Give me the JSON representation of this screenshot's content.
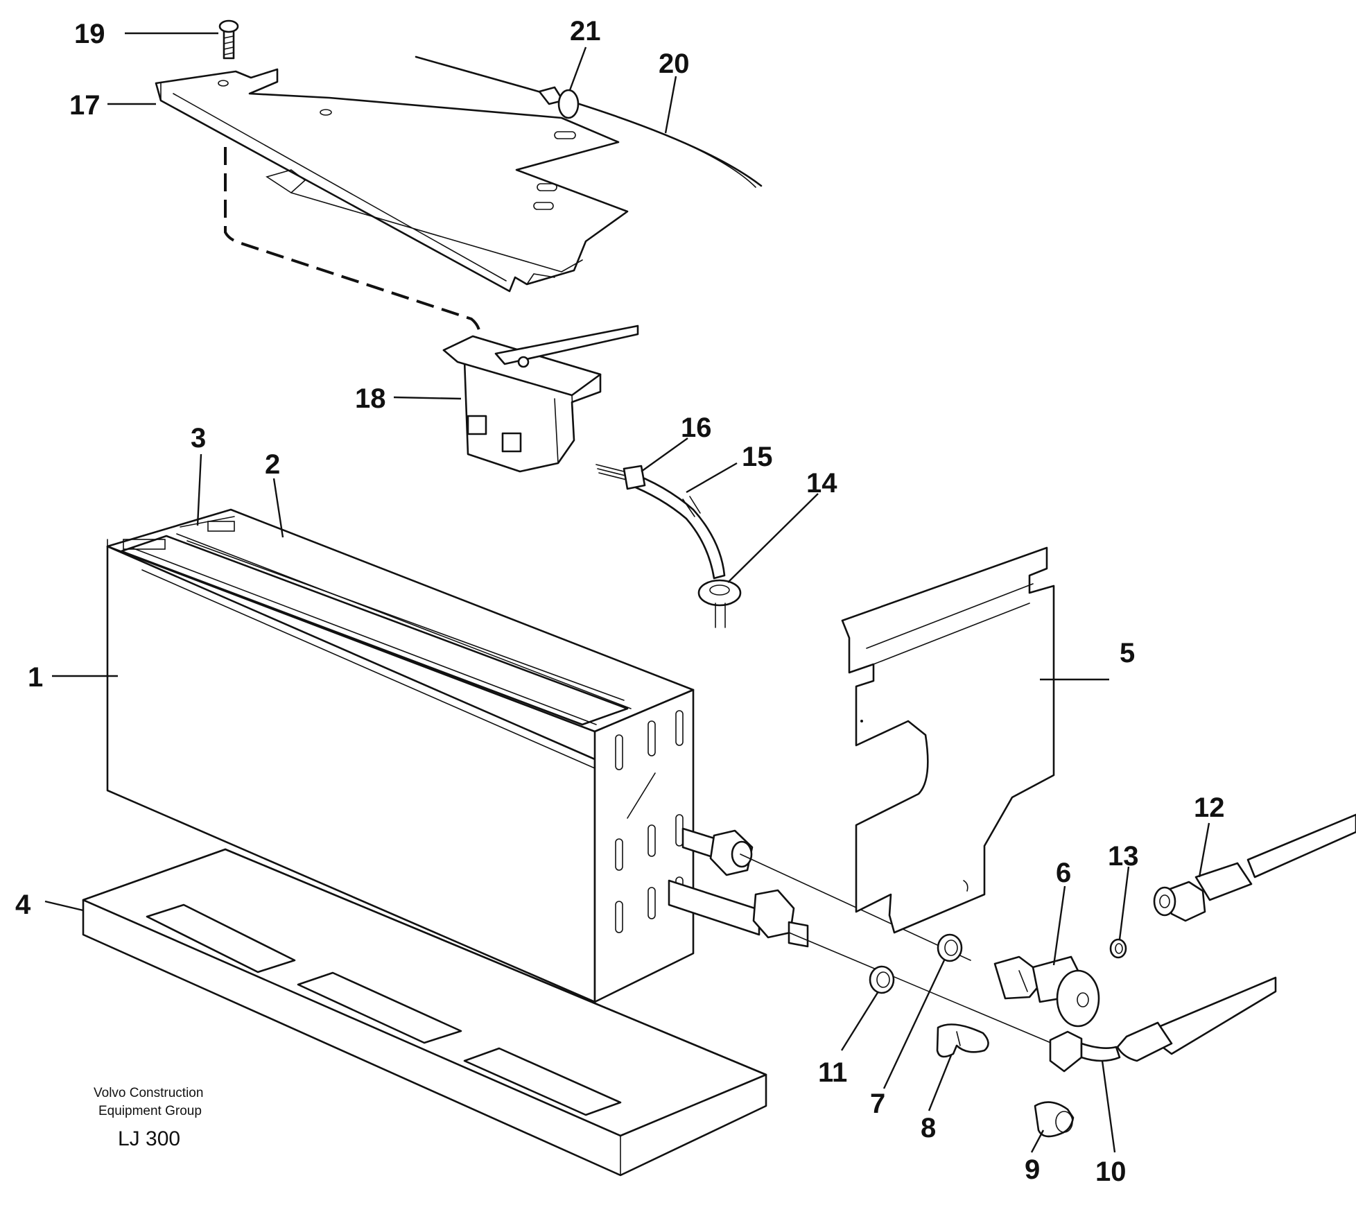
{
  "callouts": {
    "c1": "1",
    "c2": "2",
    "c3": "3",
    "c4": "4",
    "c5": "5",
    "c6": "6",
    "c7": "7",
    "c8": "8",
    "c9": "9",
    "c10": "10",
    "c11": "11",
    "c12": "12",
    "c13": "13",
    "c14": "14",
    "c15": "15",
    "c16": "16",
    "c17": "17",
    "c18": "18",
    "c19": "19",
    "c20": "20",
    "c21": "21"
  },
  "credit": {
    "line1": "Volvo Construction",
    "line2": "Equipment Group",
    "code": "LJ 300"
  }
}
